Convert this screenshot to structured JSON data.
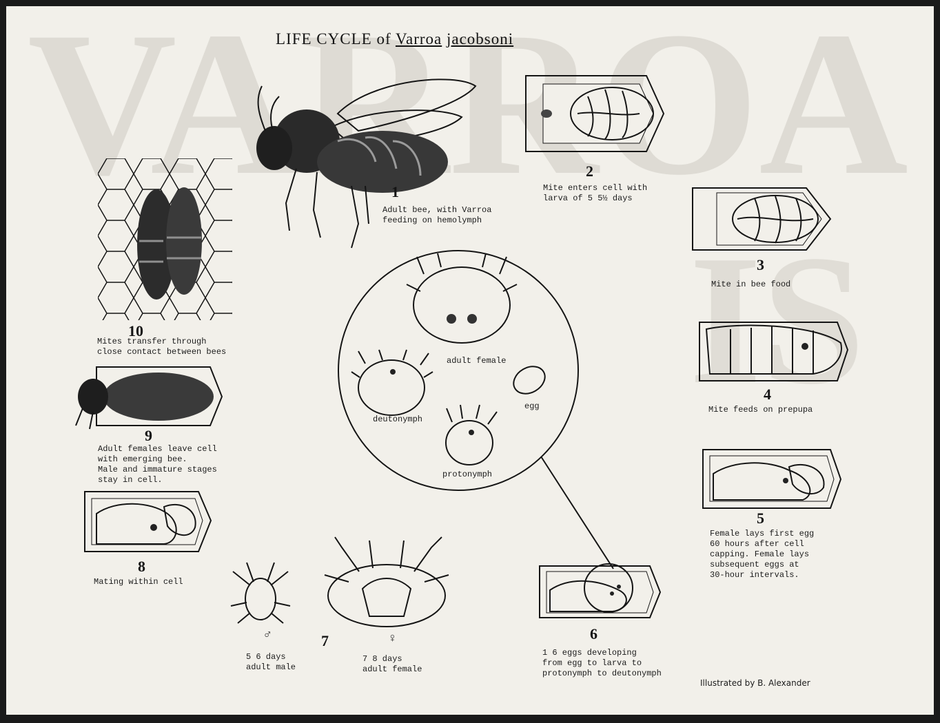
{
  "title": {
    "prefix": "LIFE  CYCLE  of",
    "genus": "Varroa",
    "species": "jacobsoni"
  },
  "stages": [
    {
      "number": "1",
      "caption": "Adult bee, with Varroa\nfeeding on hemolymph"
    },
    {
      "number": "2",
      "caption": "Mite enters cell with\nlarva of 5   5½ days"
    },
    {
      "number": "3",
      "caption": "Mite in bee food"
    },
    {
      "number": "4",
      "caption": "Mite feeds on prepupa"
    },
    {
      "number": "5",
      "caption": "Female lays first egg\n60 hours after cell\ncapping.  Female lays\nsubsequent eggs at\n30-hour intervals."
    },
    {
      "number": "6",
      "caption": "1   6 eggs developing\nfrom egg to larva to\nprotonymph to deutonymph"
    },
    {
      "number": "7",
      "caption": "7   8 days\nadult female"
    },
    {
      "number": "8",
      "caption": "Mating within cell"
    },
    {
      "number": "9",
      "caption": "Adult females leave cell\nwith emerging bee.\nMale and immature stages\nstay in cell."
    },
    {
      "number": "10",
      "caption": "Mites transfer through\nclose contact between bees"
    }
  ],
  "male_caption": "5   6 days\nadult male",
  "male_symbol": "♂",
  "female_symbol": "♀",
  "circle_labels": {
    "adult_female": "adult female",
    "egg": "egg",
    "deutonymph": "deutonymph",
    "protonymph": "protonymph"
  },
  "credit": "Illustrated by B. Alexander",
  "background_letters": {
    "top": "VARROA",
    "side": "IS"
  },
  "colors": {
    "ink": "#151515",
    "paper": "#f2f0ea",
    "faded_bg_text": "#cfcbc3"
  }
}
